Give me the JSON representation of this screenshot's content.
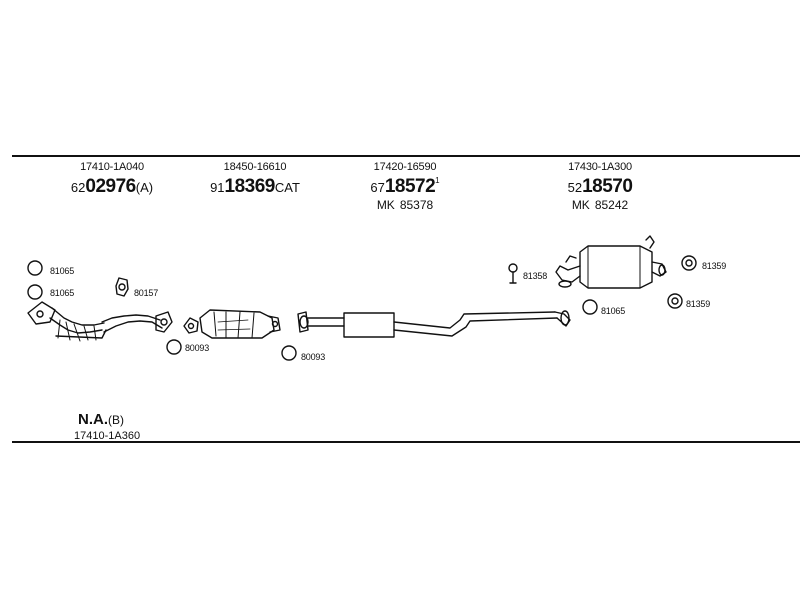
{
  "headers": [
    {
      "oe": "17410-1A040",
      "prefix": "62",
      "main": "02976",
      "suffix": "(A)",
      "sup": "",
      "mk_prefix": "",
      "mk_number": ""
    },
    {
      "oe": "18450-16610",
      "prefix": "91",
      "main": "18369",
      "suffix": "CAT",
      "sup": "",
      "mk_prefix": "",
      "mk_number": ""
    },
    {
      "oe": "17420-16590",
      "prefix": "67",
      "main": "18572",
      "suffix": "",
      "sup": "1",
      "mk_prefix": "MK",
      "mk_number": "85378"
    },
    {
      "oe": "17430-1A300",
      "prefix": "52",
      "main": "18570",
      "suffix": "",
      "sup": "",
      "mk_prefix": "MK",
      "mk_number": "85242"
    }
  ],
  "part_labels": {
    "ring_front_1": "81065",
    "ring_front_2": "81065",
    "gasket_front": "80157",
    "gasket_cat_in": "80093",
    "gasket_cat_out": "80093",
    "bolt_rear": "81358",
    "ring_rear": "81065",
    "clamp_rear_1": "81359",
    "clamp_rear_2": "81359"
  },
  "footer": {
    "na_main": "N.A.",
    "na_suffix": "(B)",
    "na_oe": "17410-1A360"
  },
  "colors": {
    "ink": "#111111",
    "background": "#ffffff"
  }
}
